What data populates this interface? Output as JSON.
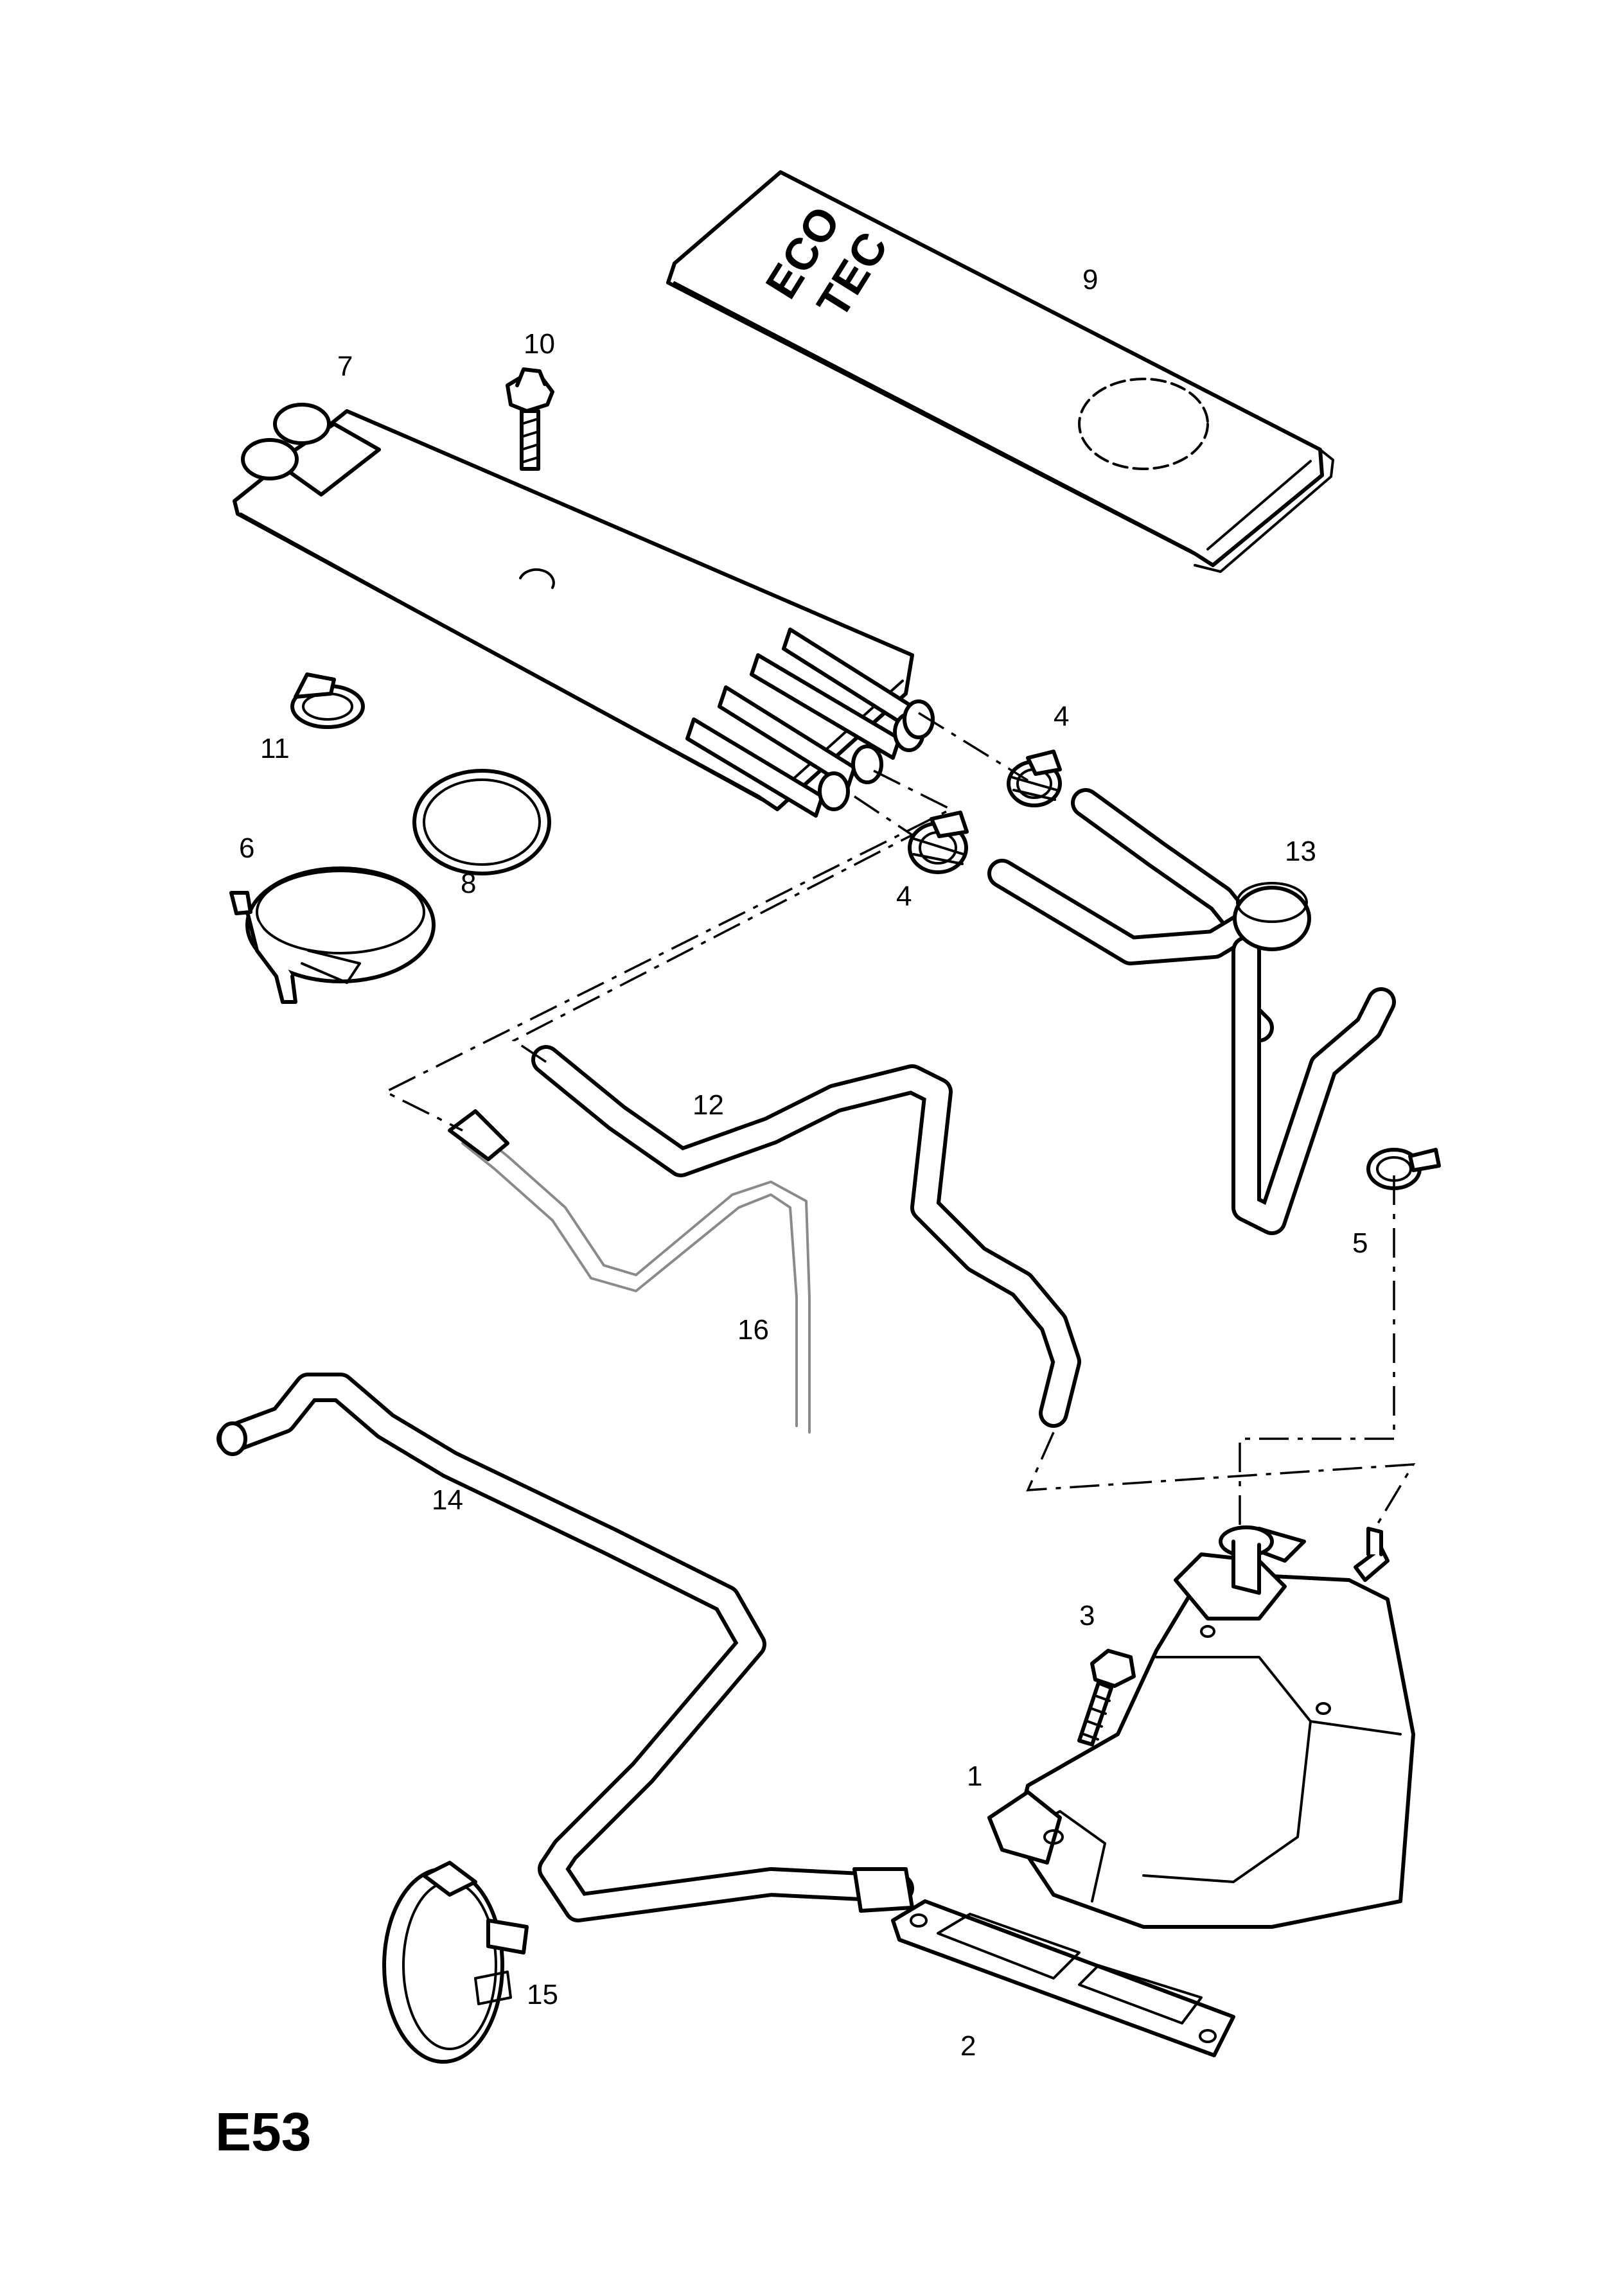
{
  "diagram": {
    "code": "E53",
    "cover_logo": [
      "ECO",
      "TEC"
    ],
    "callouts": [
      {
        "id": "1",
        "label": "1"
      },
      {
        "id": "2",
        "label": "2"
      },
      {
        "id": "3",
        "label": "3"
      },
      {
        "id": "4a",
        "label": "4"
      },
      {
        "id": "4b",
        "label": "4"
      },
      {
        "id": "5",
        "label": "5"
      },
      {
        "id": "6",
        "label": "6"
      },
      {
        "id": "7",
        "label": "7"
      },
      {
        "id": "8",
        "label": "8"
      },
      {
        "id": "9",
        "label": "9"
      },
      {
        "id": "10",
        "label": "10"
      },
      {
        "id": "11",
        "label": "11"
      },
      {
        "id": "12",
        "label": "12"
      },
      {
        "id": "13",
        "label": "13"
      },
      {
        "id": "14",
        "label": "14"
      },
      {
        "id": "15",
        "label": "15"
      },
      {
        "id": "16",
        "label": "16"
      }
    ]
  }
}
